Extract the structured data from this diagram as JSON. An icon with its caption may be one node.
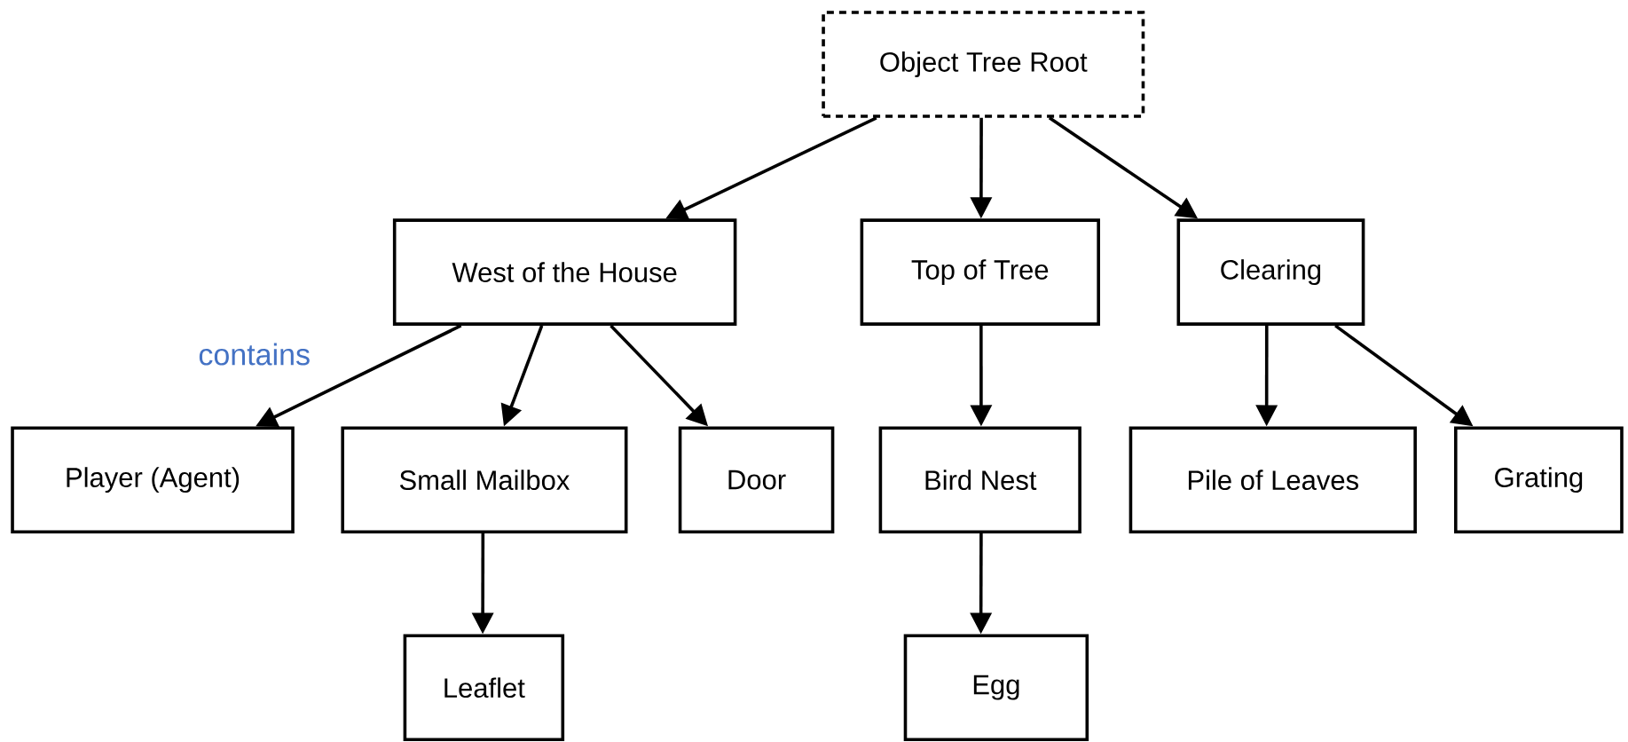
{
  "diagram": {
    "nodes": [
      {
        "text": [
          "Object Tree Root"
        ]
      },
      {
        "text": [
          "West of the House"
        ]
      },
      {
        "text": [
          "Top of Tree"
        ]
      },
      {
        "text": [
          "Clearing"
        ]
      },
      {
        "text": [
          "Player (Agent)"
        ]
      },
      {
        "text": [
          "Small Mailbox"
        ]
      },
      {
        "text": [
          "Door"
        ]
      },
      {
        "text": [
          "Bird Nest"
        ]
      },
      {
        "text": [
          "Pile of Leaves"
        ]
      },
      {
        "text": [
          "Grating"
        ]
      },
      {
        "text": [
          "Leaflet"
        ]
      },
      {
        "text": [
          "Egg"
        ]
      }
    ],
    "edges": [
      {
        "from": 0,
        "to": 1,
        "arrow": "to"
      },
      {
        "from": 0,
        "to": 2,
        "arrow": "to"
      },
      {
        "from": 0,
        "to": 3,
        "arrow": "to"
      },
      {
        "from": 1,
        "to": 4,
        "arrow": "to",
        "label": "contains"
      },
      {
        "from": 1,
        "to": 5,
        "arrow": "to"
      },
      {
        "from": 1,
        "to": 6,
        "arrow": "to"
      },
      {
        "from": 2,
        "to": 7,
        "arrow": "to"
      },
      {
        "from": 3,
        "to": 8,
        "arrow": "to"
      },
      {
        "from": 3,
        "to": 9,
        "arrow": "to"
      },
      {
        "from": 5,
        "to": 10,
        "arrow": "to"
      },
      {
        "from": 7,
        "to": 11,
        "arrow": "to"
      }
    ]
  }
}
